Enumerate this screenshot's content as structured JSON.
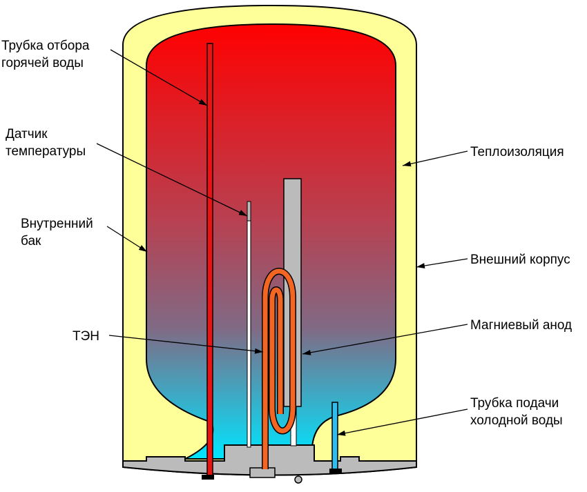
{
  "labels": {
    "hot_pipe": [
      "Трубка отбора",
      "горячей воды"
    ],
    "temp_sensor": [
      "Датчик",
      "температуры"
    ],
    "inner_tank": [
      "Внутренний",
      "бак"
    ],
    "heater": [
      "ТЭН"
    ],
    "insulation": [
      "Теплоизоляция"
    ],
    "outer_case": [
      "Внешний корпус"
    ],
    "anode": [
      "Магниевый анод"
    ],
    "cold_pipe": [
      "Трубка подачи",
      "холодной воды"
    ]
  },
  "colors": {
    "insulation": "#ffff99",
    "hot_water": "#ff0000",
    "cold_water": "#00e5ff",
    "hot_pipe": "#ee1111",
    "cold_pipe": "#33bbee",
    "heater": "#f26522",
    "anode": "#bbbbbb",
    "base": "#bbbbbb"
  }
}
